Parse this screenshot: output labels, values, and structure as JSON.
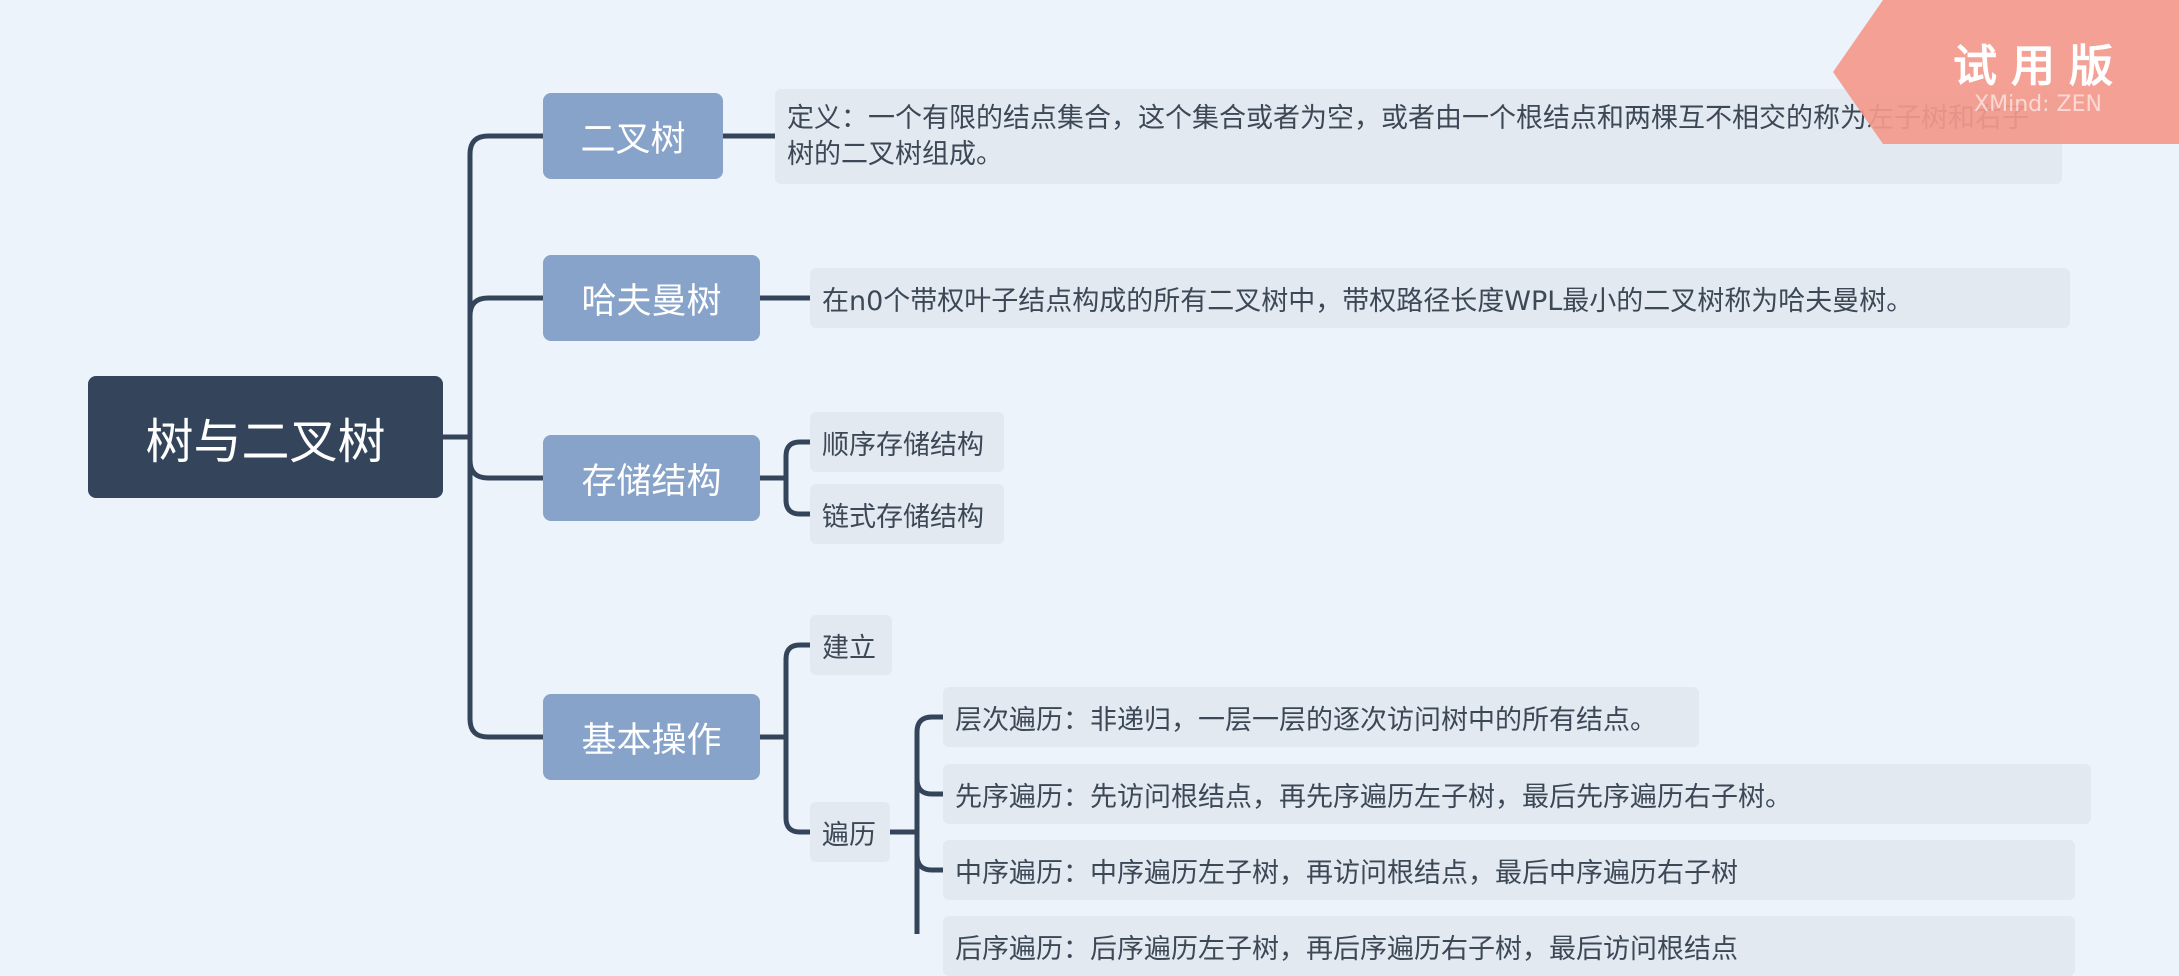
{
  "root": {
    "label": "树与二叉树"
  },
  "branches": {
    "binary_tree": {
      "label": "二叉树",
      "definition": "定义：一个有限的结点集合，这个集合或者为空，或者由一个根结点和两棵互不相交的称为左子树和右子树的二叉树组成。"
    },
    "huffman": {
      "label": "哈夫曼树",
      "definition": "在n0个带权叶子结点构成的所有二叉树中，带权路径长度WPL最小的二叉树称为哈夫曼树。"
    },
    "storage": {
      "label": "存储结构",
      "items": [
        "顺序存储结构",
        "链式存储结构"
      ]
    },
    "operations": {
      "label": "基本操作",
      "create": "建立",
      "traverse": {
        "label": "遍历",
        "items": [
          "层次遍历：非递归，一层一层的逐次访问树中的所有结点。",
          "先序遍历：先访问根结点，再先序遍历左子树，最后先序遍历右子树。",
          "中序遍历：中序遍历左子树，再访问根结点，最后中序遍历右子树",
          "后序遍历：后序遍历左子树，再后序遍历右子树，最后访问根结点"
        ]
      }
    }
  },
  "watermark": {
    "title": "试用版",
    "subtitle": "XMind: ZEN"
  },
  "colors": {
    "background": "#edf3fa",
    "root": "#34445a",
    "branch": "#87a3c9",
    "leaf": "#e2e9f1",
    "line": "#34445a",
    "watermark": "#f4998c"
  }
}
